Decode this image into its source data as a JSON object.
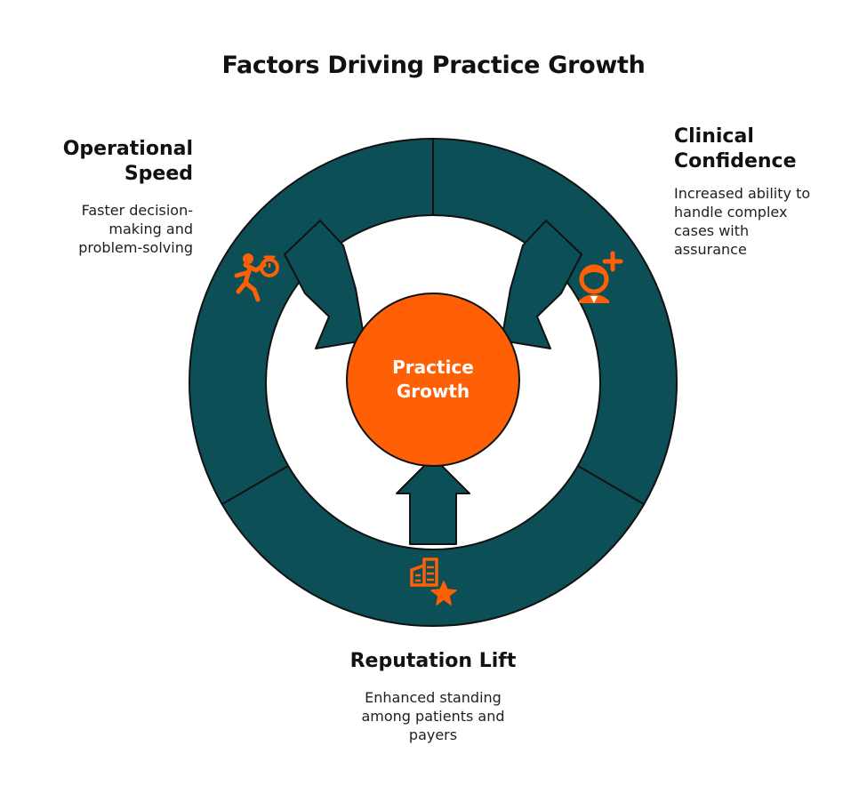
{
  "title": "Factors Driving Practice Growth",
  "center": {
    "line1": "Practice",
    "line2": "Growth"
  },
  "factors": [
    {
      "heading_line1": "Operational",
      "heading_line2": "Speed",
      "desc_line1": "Faster decision-",
      "desc_line2": "making and",
      "desc_line3": "problem-solving",
      "icon": "running-person-stopwatch-icon"
    },
    {
      "heading_line1": "Clinical",
      "heading_line2": "Confidence",
      "desc_line1": "Increased ability to",
      "desc_line2": "handle complex",
      "desc_line3": "cases with",
      "desc_line4": "assurance",
      "icon": "doctor-plus-icon"
    },
    {
      "heading": "Reputation Lift",
      "desc_line1": "Enhanced standing",
      "desc_line2": "among patients and",
      "desc_line3": "payers",
      "icon": "building-star-icon"
    }
  ],
  "colors": {
    "ring": "#0d4f57",
    "accent": "#ff5f05",
    "outline": "#111111"
  }
}
